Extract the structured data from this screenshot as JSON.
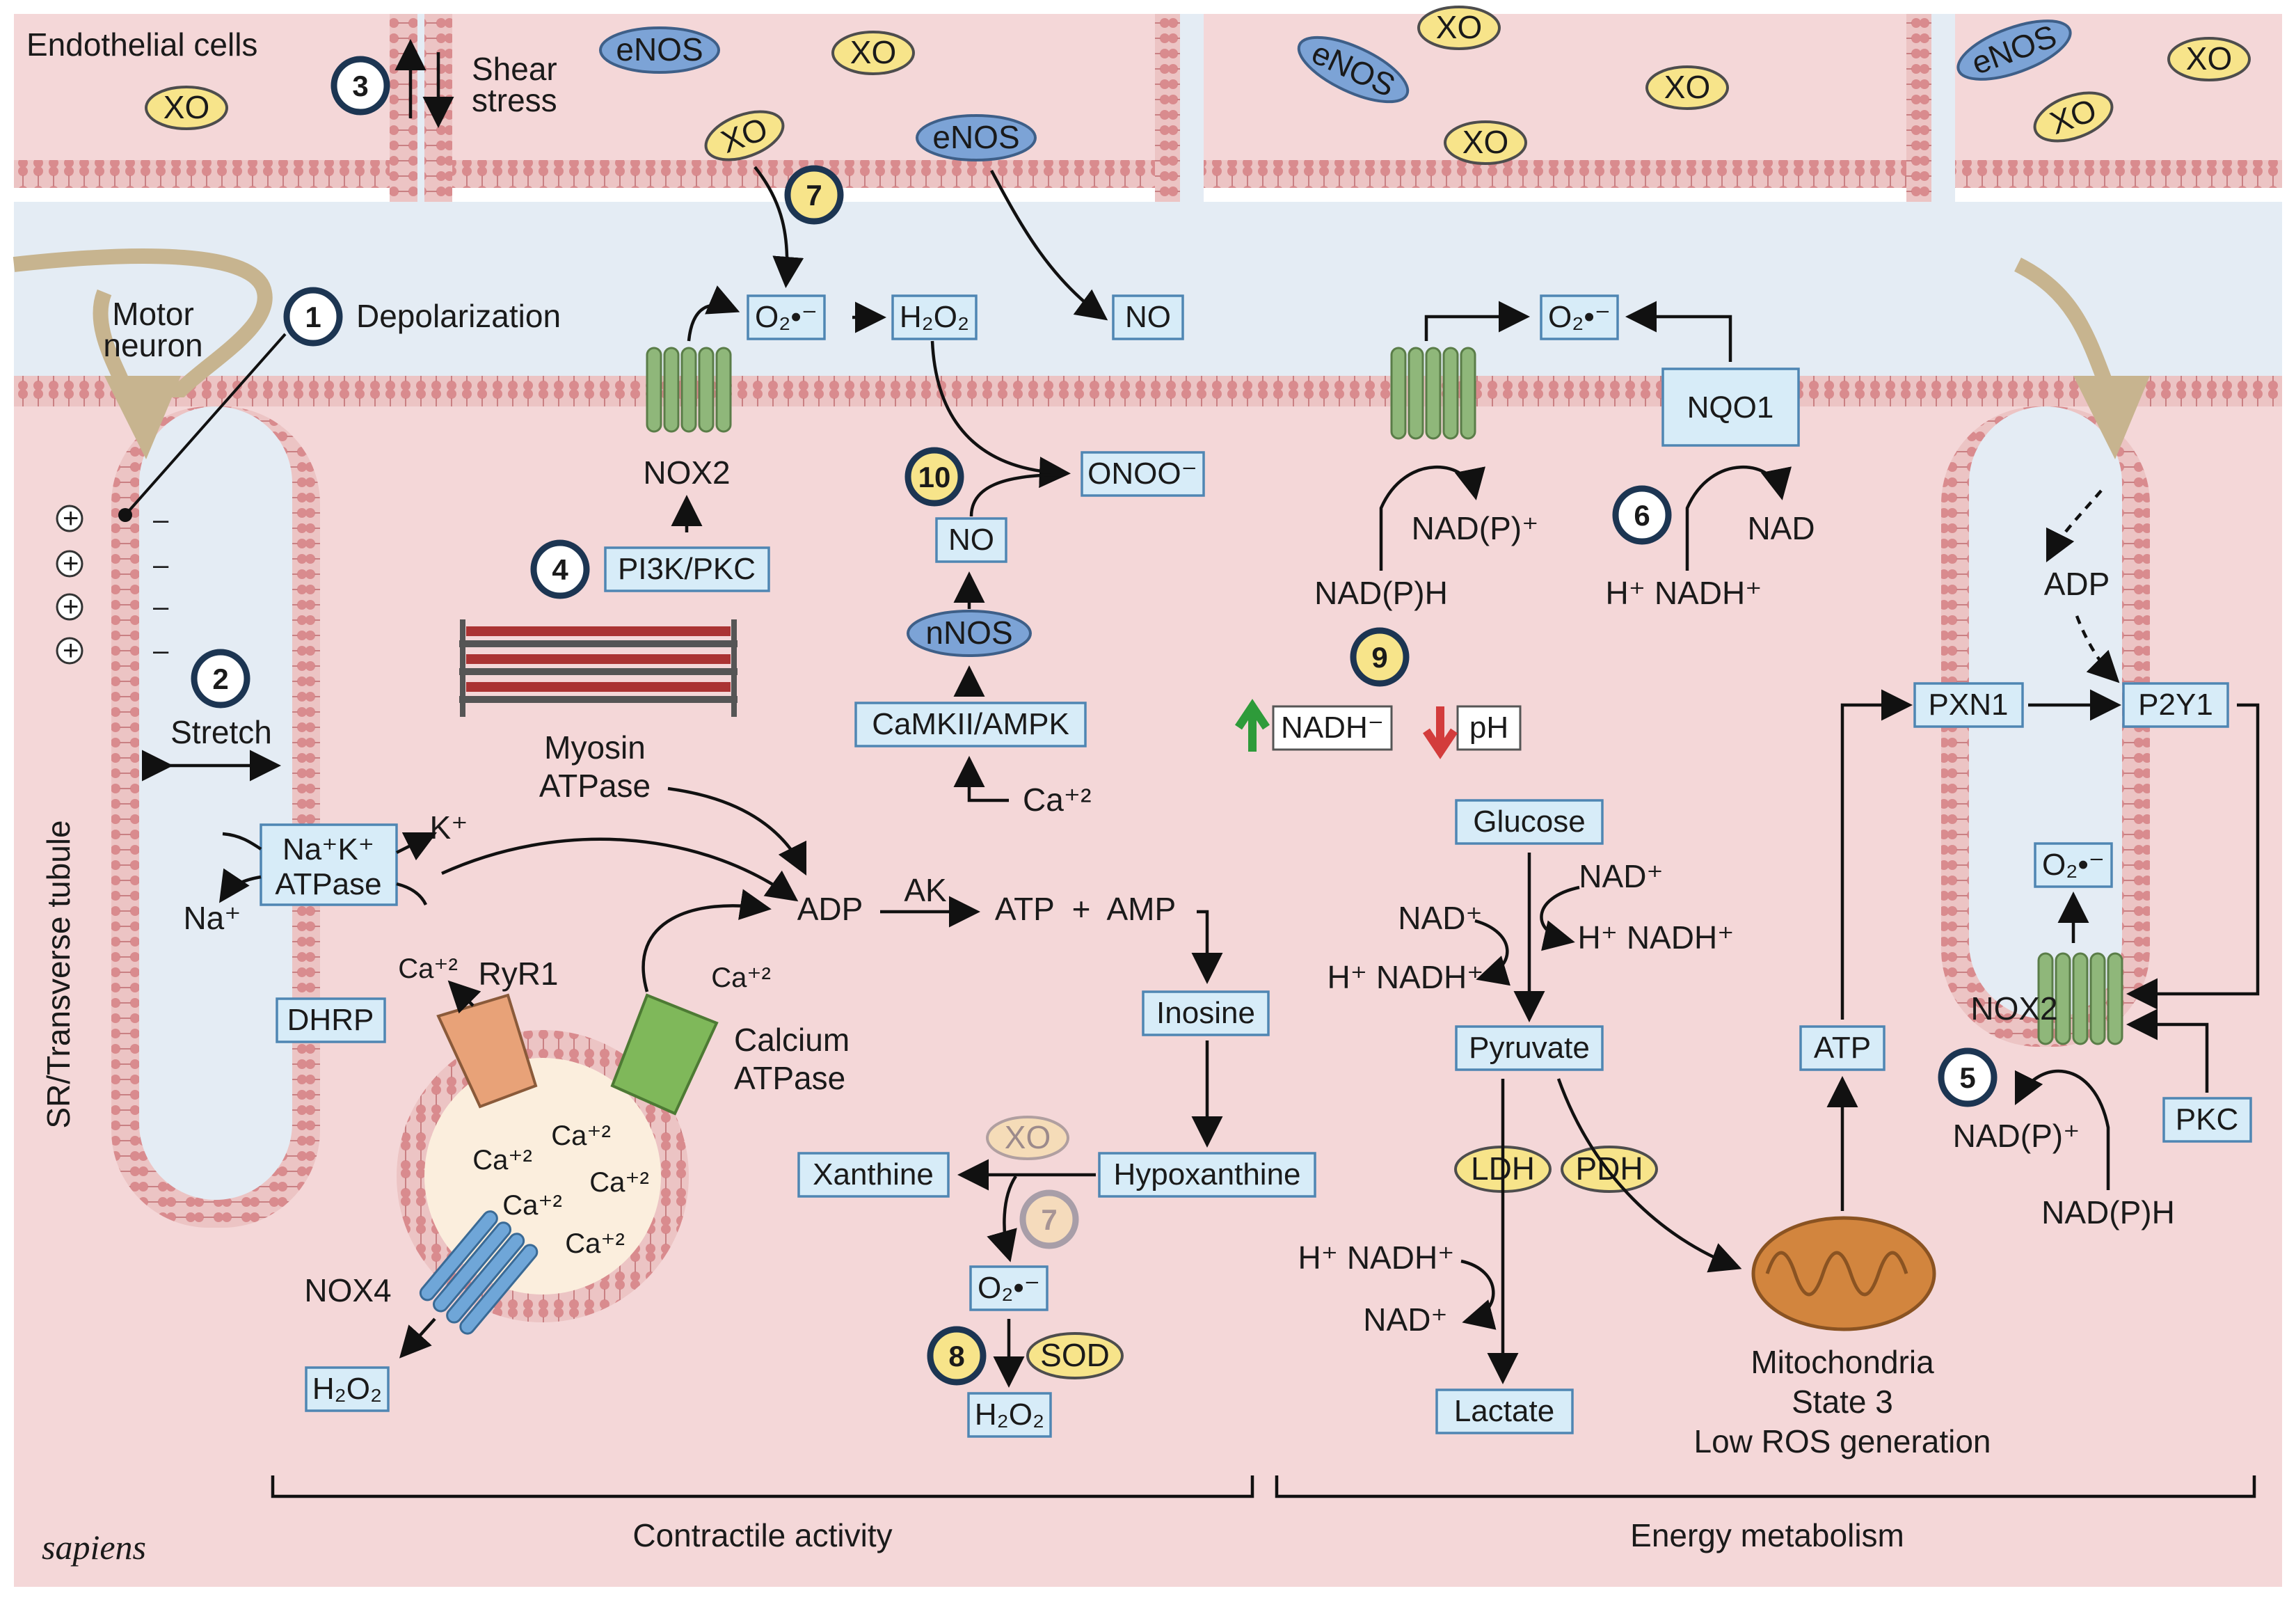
{
  "regions": {
    "endothelial": "Endothelial cells",
    "motor_neuron": [
      "Motor",
      "neuron"
    ],
    "sr_tubule": "SR/Transverse tubule",
    "contractile": "Contractile activity",
    "energy": "Energy metabolism"
  },
  "steps": {
    "s1": {
      "num": "1",
      "label": "Depolarization"
    },
    "s2": {
      "num": "2",
      "label": "Stretch"
    },
    "s3": {
      "num": "3",
      "label": [
        "Shear",
        "stress"
      ]
    },
    "s4": {
      "num": "4"
    },
    "s5": {
      "num": "5"
    },
    "s6": {
      "num": "6"
    },
    "s7": {
      "num": "7"
    },
    "s7b": {
      "num": "7"
    },
    "s8": {
      "num": "8"
    },
    "s9": {
      "num": "9"
    },
    "s10": {
      "num": "10"
    }
  },
  "enzymes": {
    "xo": "XO",
    "enos": "eNOS",
    "nnos": "nNOS",
    "sod": "SOD",
    "ldh": "LDH",
    "pdh": "PDH"
  },
  "molecules": {
    "o2_radical": "O₂•⁻",
    "h2o2": "H₂O₂",
    "no": "NO",
    "onoo": "ONOO⁻",
    "nadph": "NAD(P)H",
    "nadp_plus": "NAD(P)⁺",
    "nad": "NAD",
    "nad_plus": "NAD⁺",
    "h_nadh": "H⁺ NADH⁺",
    "nadh": "NADH⁻",
    "ph": "pH",
    "adp": "ADP",
    "ak": "AK",
    "atp_amp": "ATP  +  AMP",
    "atp": "ATP",
    "inosine": "Inosine",
    "hypoxanthine": "Hypoxanthine",
    "xanthine": "Xanthine",
    "glucose": "Glucose",
    "pyruvate": "Pyruvate",
    "lactate": "Lactate",
    "ca": "Ca⁺²",
    "k": "K⁺",
    "na": "Na⁺"
  },
  "proteins": {
    "nox2": "NOX2",
    "nox4": "NOX4",
    "pi3k": "PI3K/PKC",
    "camkii": "CaMKII/AMPK",
    "nqo1": "NQO1",
    "pxn1": "PXN1",
    "p2y1": "P2Y1",
    "pkc": "PKC",
    "dhrp": "DHRP",
    "ryr1": "RyR1",
    "nak": [
      "Na⁺K⁺",
      "ATPase"
    ],
    "myosin": [
      "Myosin",
      "ATPase"
    ],
    "calcium_atpase": [
      "Calcium",
      "ATPase"
    ],
    "mito": [
      "Mitochondria",
      "State 3",
      "Low ROS generation"
    ]
  },
  "credit": "sapiens",
  "colors": {
    "cell": "#f4d7d8",
    "membrane": "#d98b8e",
    "box": "#d7ecf8",
    "xo": "#f7e48a",
    "enos": "#7ca3d6",
    "nox2": "#8fb77a",
    "nox4": "#6fa6d8",
    "ryr1": "#e8a278",
    "ca_atpase": "#7fb85a",
    "mito": "#d2853e"
  }
}
